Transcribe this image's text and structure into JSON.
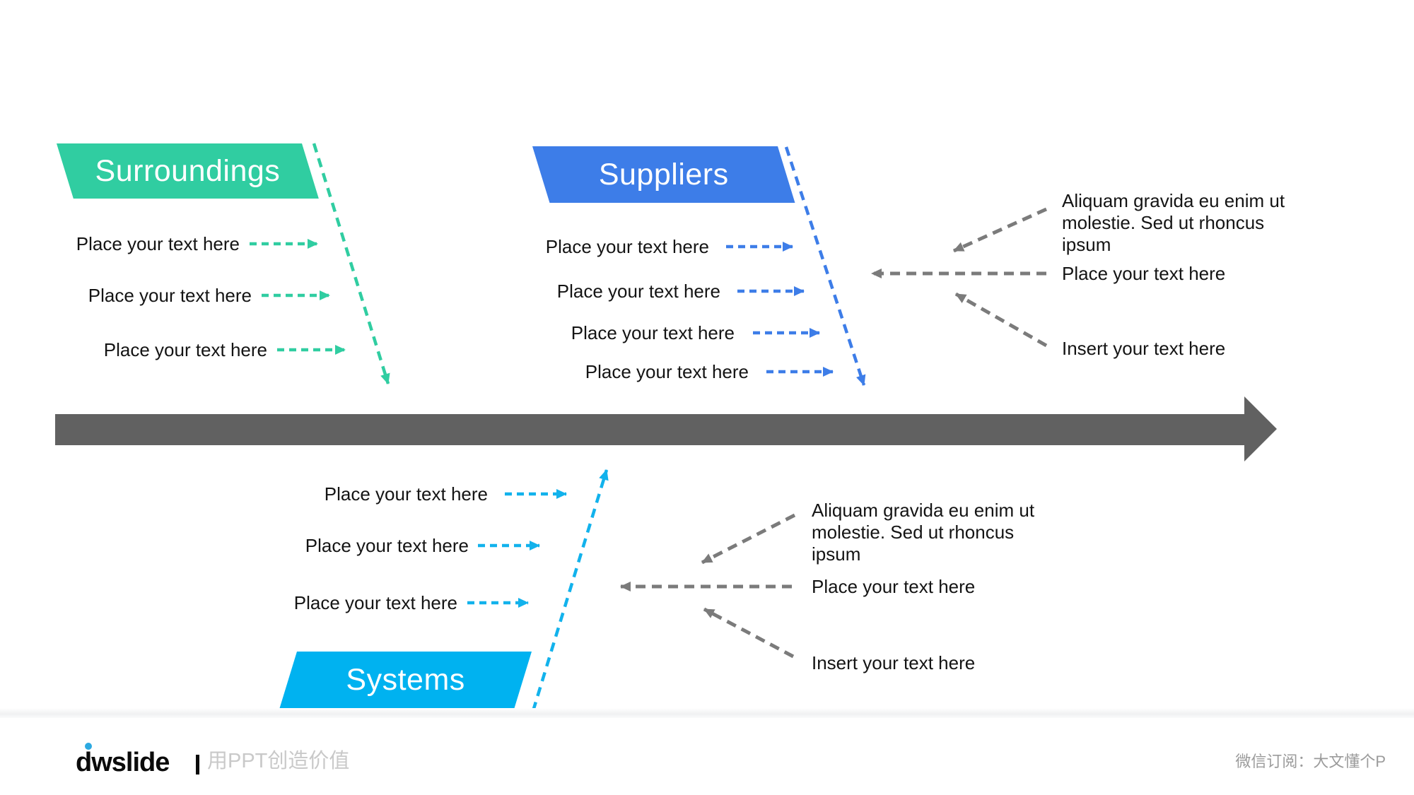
{
  "colors": {
    "green": "#30CDA1",
    "blue": "#3D7DE8",
    "cyan": "#12B2EC",
    "cyanBanner": "#00B2F0",
    "spine": "#616161",
    "gray": "#7B7B7B",
    "text": "#141414",
    "logoText": "#0B0B0B",
    "logoDot": "#2CA9E1",
    "logoTagline": "#C9C9C9",
    "wechat": "#9B9B9B"
  },
  "branches": {
    "surroundings": {
      "title": "Surroundings",
      "items": [
        "Place your text here",
        "Place your text here",
        "Place your text here"
      ]
    },
    "suppliers": {
      "title": "Suppliers",
      "items": [
        "Place your text here",
        "Place your text here",
        "Place your text here",
        "Place your text here"
      ]
    },
    "systems": {
      "title": "Systems",
      "items": [
        "Place your text here",
        "Place your text here",
        "Place your text here"
      ]
    }
  },
  "annotations": {
    "top": {
      "paragraph": "Aliquam gravida eu enim ut molestie. Sed ut rhoncus ipsum",
      "place_label": "Place your text here",
      "insert_label": "Insert your text here"
    },
    "bottom": {
      "paragraph": "Aliquam gravida eu enim ut molestie. Sed ut rhoncus ipsum",
      "place_label": "Place your text here",
      "insert_label": "Insert your text here"
    }
  },
  "footer": {
    "brand": "dwslide",
    "tagline": "用PPT创造价值",
    "wechat": "微信订阅：大文懂个P"
  }
}
